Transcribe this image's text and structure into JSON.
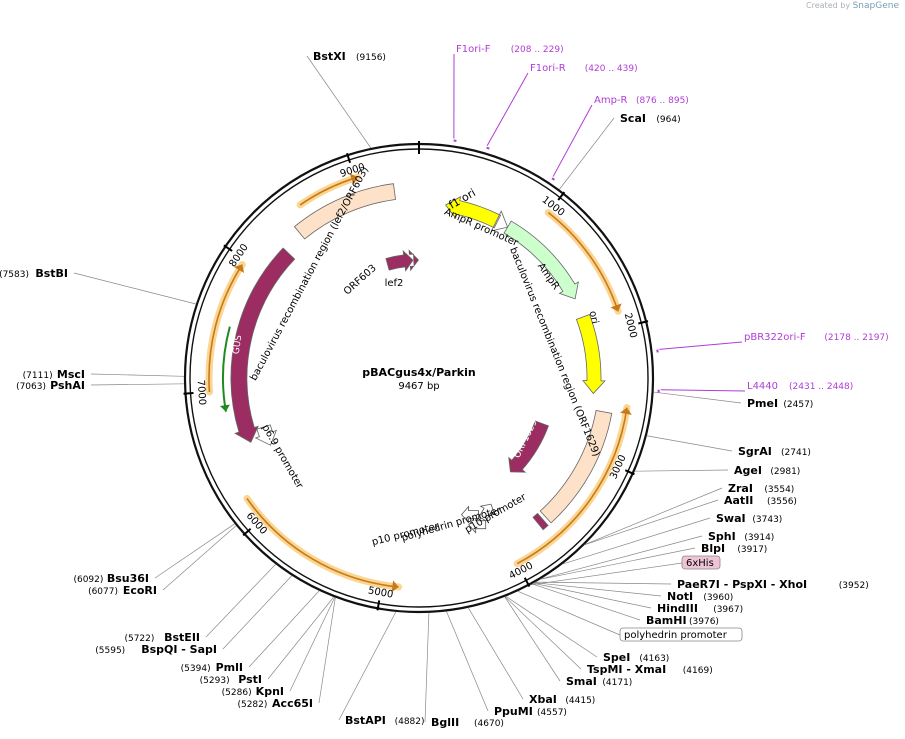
{
  "brand": {
    "prefix": "Created by",
    "name": "SnapGene"
  },
  "title": {
    "name": "pBACgus4x/Parkin",
    "length": "9467 bp"
  },
  "total_bp": 9467,
  "ticks": [
    "1000",
    "2000",
    "3000",
    "4000",
    "5000",
    "6000",
    "7000",
    "8000",
    "9000"
  ],
  "enzymes": [
    {
      "name": "BstXI",
      "pos": "(9156)",
      "bp": 9156
    },
    {
      "name": "ScaI",
      "pos": "(964)",
      "bp": 964
    },
    {
      "name": "BstBI",
      "pos": "(7583)",
      "bp": 7583
    },
    {
      "name": "MscI",
      "pos": "(7111)",
      "bp": 7111
    },
    {
      "name": "PshAI",
      "pos": "(7063)",
      "bp": 7063
    },
    {
      "name": "PmeI",
      "pos": "(2457)",
      "bp": 2457
    },
    {
      "name": "SgrAI",
      "pos": "(2741)",
      "bp": 2741
    },
    {
      "name": "AgeI",
      "pos": "(2981)",
      "bp": 2981
    },
    {
      "name": "ZraI",
      "pos": "(3554)",
      "bp": 3554
    },
    {
      "name": "AatII",
      "pos": "(3556)",
      "bp": 3556
    },
    {
      "name": "SwaI",
      "pos": "(3743)",
      "bp": 3743
    },
    {
      "name": "SphI",
      "pos": "(3914)",
      "bp": 3914
    },
    {
      "name": "BlpI",
      "pos": "(3917)",
      "bp": 3917
    },
    {
      "name": "PaeR7I  - PspXI  - XhoI",
      "pos": "(3952)",
      "bp": 3952
    },
    {
      "name": "NotI",
      "pos": "(3960)",
      "bp": 3960
    },
    {
      "name": "HindIII",
      "pos": "(3967)",
      "bp": 3967
    },
    {
      "name": "BamHI",
      "pos": "(3976)",
      "bp": 3976
    },
    {
      "name": "SpeI",
      "pos": "(4163)",
      "bp": 4163
    },
    {
      "name": "TspMI  - XmaI",
      "pos": "(4169)",
      "bp": 4169
    },
    {
      "name": "SmaI",
      "pos": "(4171)",
      "bp": 4171
    },
    {
      "name": "XbaI",
      "pos": "(4415)",
      "bp": 4415
    },
    {
      "name": "PpuMI",
      "pos": "(4557)",
      "bp": 4557
    },
    {
      "name": "BglII",
      "pos": "(4670)",
      "bp": 4670
    },
    {
      "name": "BstAPI",
      "pos": "(4882)",
      "bp": 4882
    },
    {
      "name": "Acc65I",
      "pos": "(5282)",
      "bp": 5282
    },
    {
      "name": "KpnI",
      "pos": "(5286)",
      "bp": 5286
    },
    {
      "name": "PstI",
      "pos": "(5293)",
      "bp": 5293
    },
    {
      "name": "PmlI",
      "pos": "(5394)",
      "bp": 5394
    },
    {
      "name": "BspQI  - SapI",
      "pos": "(5595)",
      "bp": 5595
    },
    {
      "name": "BstEII",
      "pos": "(5722)",
      "bp": 5722
    },
    {
      "name": "EcoRI",
      "pos": "(6077)",
      "bp": 6077
    },
    {
      "name": "Bsu36I",
      "pos": "(6092)",
      "bp": 6092
    }
  ],
  "primers": [
    {
      "name": "F1ori-F",
      "range": "(208 .. 229)",
      "bp": 218
    },
    {
      "name": "F1ori-R",
      "range": "(420 .. 439)",
      "bp": 430
    },
    {
      "name": "Amp-R",
      "range": "(876 .. 895)",
      "bp": 885
    },
    {
      "name": "pBR322ori-F",
      "range": "(2178 .. 2197)",
      "bp": 2188
    },
    {
      "name": "L4440",
      "range": "(2431 .. 2448)",
      "bp": 2440
    }
  ],
  "boxed_features": [
    {
      "name": "6xHis",
      "pink": true
    },
    {
      "name": "polyhedrin promoter",
      "pink": false
    }
  ],
  "feature_labels": [
    "f1 ori",
    "AmpR promoter",
    "AmpR",
    "ori",
    "baculovirus recombination region (ORF1629)",
    "ORF1629",
    "GUS",
    "p6.9 promoter",
    "baculovirus recombination region (lef2/ORF603)",
    "ORF603",
    "lef2",
    "polyhedrin promoter",
    "p10 promoter",
    "p10 promoter"
  ],
  "colors": {
    "backbone": "#111111",
    "orf": "#9b2d62",
    "fori": "#ffff00",
    "amp": "#ccffcc",
    "bacu": "#fde1c8",
    "orange": "#c77a1a",
    "primer": "#b03cd6",
    "green": "#1f8a1f"
  }
}
